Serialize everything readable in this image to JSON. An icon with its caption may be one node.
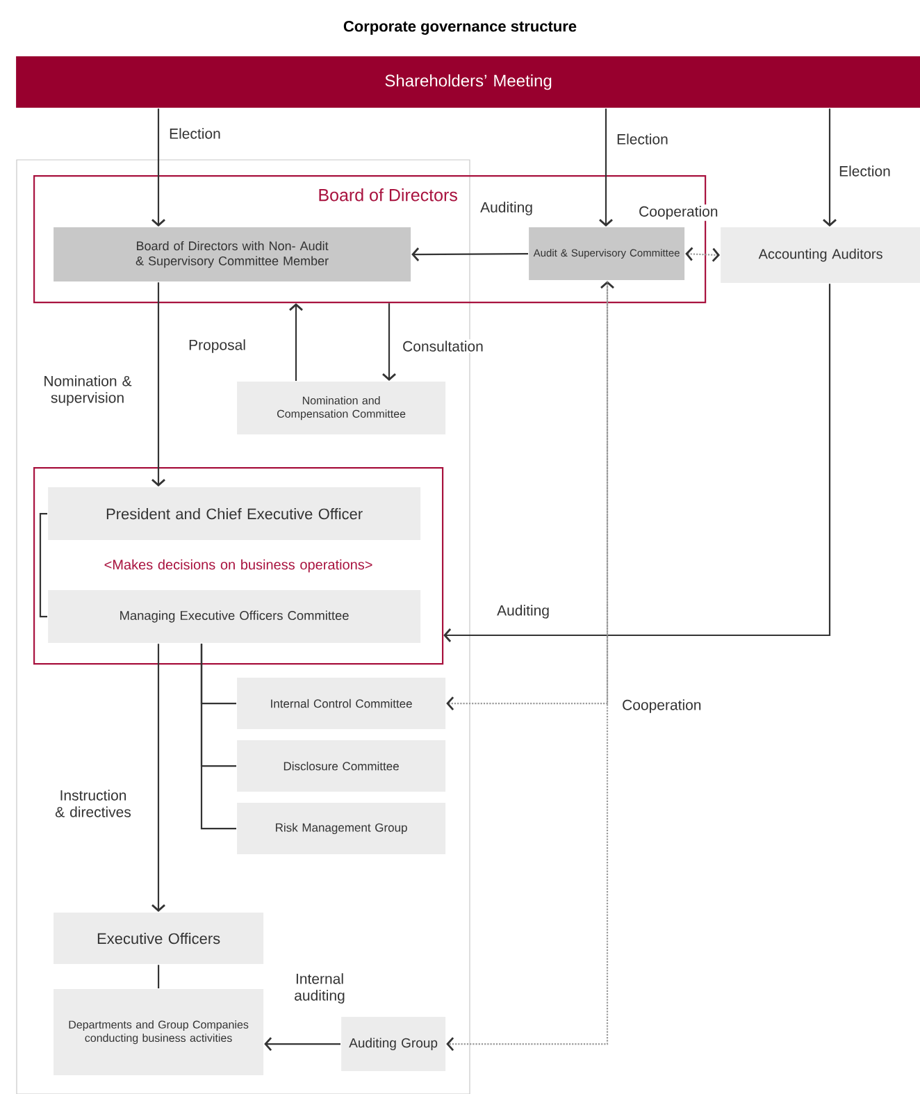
{
  "diagram": {
    "title": "Corporate governance structure",
    "nodes": [
      {
        "text": [
          "Shareholders’ Meeting"
        ]
      },
      {
        "text": [
          "Board of Directors"
        ]
      },
      {
        "text": [
          "Board of Directors with Non- Audit & Supervisory Committee Member"
        ],
        "in": 1
      },
      {
        "text": [
          "Audit & Supervisory Committee"
        ],
        "in": 1
      },
      {
        "text": [
          "Accounting Auditors"
        ]
      },
      {
        "text": [
          "Nomination and Compensation Committee"
        ]
      },
      {
        "text": [
          "<Makes decisions on business operations>"
        ]
      },
      {
        "text": [
          "President and Chief Executive Officer"
        ],
        "in": 6
      },
      {
        "text": [
          "Managing Executive Officers Committee"
        ],
        "in": 6
      },
      {
        "text": [
          "Internal Control Committee"
        ]
      },
      {
        "text": [
          "Disclosure Committee"
        ]
      },
      {
        "text": [
          "Risk Management Group"
        ]
      },
      {
        "text": [
          "Executive Officers"
        ]
      },
      {
        "text": [
          "Departments and Group Companies conducting business activities"
        ]
      },
      {
        "text": [
          "Auditing Group"
        ]
      }
    ],
    "edges": [
      {
        "from": 0,
        "to": 2,
        "arrow": "to",
        "label": "Election"
      },
      {
        "from": 0,
        "to": 3,
        "arrow": "to",
        "label": "Election"
      },
      {
        "from": 0,
        "to": 4,
        "arrow": "to",
        "label": "Election"
      },
      {
        "from": 3,
        "to": 2,
        "arrow": "to",
        "label": "Auditing"
      },
      {
        "from": 3,
        "to": 4,
        "arrow": "both",
        "label": "Cooperation",
        "style": "dashed",
        "color": "#999999"
      },
      {
        "from": 5,
        "to": 1,
        "arrow": "to",
        "label": "Proposal"
      },
      {
        "from": 1,
        "to": 5,
        "arrow": "to",
        "label": "Consultation"
      },
      {
        "from": 2,
        "to": 7,
        "arrow": "to",
        "label": "Nomination & supervision"
      },
      {
        "from": 7,
        "to": 8,
        "arrow": "none"
      },
      {
        "from": 8,
        "to": 12,
        "arrow": "to",
        "label": "Instruction & directives"
      },
      {
        "from": 8,
        "to": 9,
        "arrow": "none"
      },
      {
        "from": 8,
        "to": 10,
        "arrow": "none"
      },
      {
        "from": 8,
        "to": 11,
        "arrow": "none"
      },
      {
        "from": 4,
        "to": 6,
        "arrow": "to",
        "label": "Auditing"
      },
      {
        "from": 9,
        "to": 3,
        "arrow": "both",
        "label": "Cooperation",
        "style": "dashed",
        "color": "#999999"
      },
      {
        "from": 3,
        "to": 14,
        "arrow": "to",
        "style": "dashed",
        "color": "#999999"
      },
      {
        "from": 12,
        "to": 13,
        "arrow": "none"
      },
      {
        "from": 14,
        "to": 13,
        "arrow": "to",
        "label": "Internal auditing"
      }
    ]
  }
}
